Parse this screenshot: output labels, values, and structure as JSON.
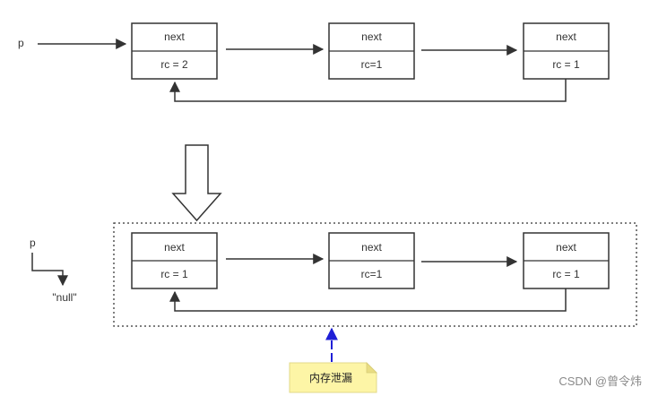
{
  "top_diagram": {
    "pointer_label": "p",
    "nodes": [
      {
        "next_label": "next",
        "rc_label": "rc = 2"
      },
      {
        "next_label": "next",
        "rc_label": "rc=1"
      },
      {
        "next_label": "next",
        "rc_label": "rc = 1"
      }
    ]
  },
  "bottom_diagram": {
    "pointer_label": "p",
    "null_label": "\"null\"",
    "nodes": [
      {
        "next_label": "next",
        "rc_label": "rc = 1"
      },
      {
        "next_label": "next",
        "rc_label": "rc=1"
      },
      {
        "next_label": "next",
        "rc_label": "rc = 1"
      }
    ]
  },
  "note": {
    "label": "内存泄漏",
    "color": "#fdf5a6"
  },
  "watermark": "CSDN @曾令炜",
  "colors": {
    "line": "#333333",
    "box_fill": "#ffffff",
    "leak_arrow": "#1f1fd6"
  }
}
